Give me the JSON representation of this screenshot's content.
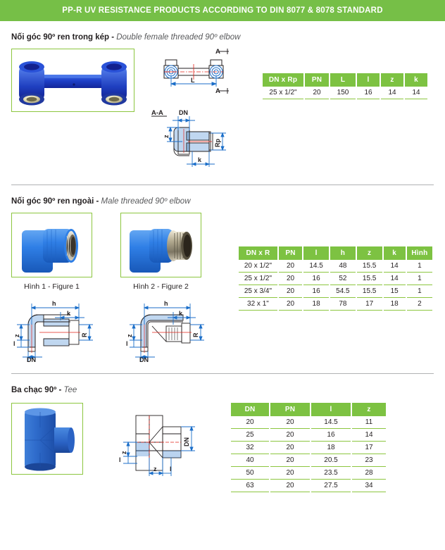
{
  "header": {
    "title": "PP-R UV RESISTANCE PRODUCTS ACCORDING TO DIN 8077 & 8078 STANDARD",
    "bg_color": "#76bf47",
    "text_color": "#ffffff"
  },
  "theme": {
    "accent_green": "#7dc242",
    "border_green": "#8cc63f",
    "divider_gray": "#b0b2b4",
    "product_blue": "#1b4fd8",
    "product_blue_light": "#3a7de0",
    "drawing_blue": "#1b6ec9",
    "text_dark": "#231f20",
    "text_gray": "#58595b"
  },
  "sections": [
    {
      "title_vn": "Nối góc 90º ren trong kép",
      "title_sep": " - ",
      "title_en": "Double female threaded 90º elbow",
      "photos": [
        {
          "alt": "blue double female threaded 90 degree elbow"
        }
      ],
      "drawings": [
        {
          "view": "top-view",
          "section_label_top": "A",
          "section_label_bottom": "A",
          "dim_L": "L",
          "dim_DN": "DN"
        },
        {
          "view": "section-a-a",
          "title": "A-A",
          "dim_DN": "DN",
          "dim_z": "z",
          "dim_Rp": "Rp",
          "dim_k": "k"
        }
      ],
      "table": {
        "columns": [
          "DN x Rp",
          "PN",
          "L",
          "l",
          "z",
          "k"
        ],
        "rows": [
          [
            "25 x 1/2\"",
            "20",
            "150",
            "16",
            "14",
            "14"
          ]
        ]
      }
    },
    {
      "title_vn": "Nối góc 90º ren ngoài",
      "title_sep": " - ",
      "title_en": "Male threaded 90º elbow",
      "photos": [
        {
          "alt": "blue male threaded 90 degree elbow figure 1",
          "caption": "Hình 1 - Figure 1"
        },
        {
          "alt": "blue male threaded 90 degree elbow figure 2",
          "caption": "Hình 2 - Figure 2"
        }
      ],
      "drawings": [
        {
          "view": "elbow-figure-1",
          "dim_h": "h",
          "dim_k": "k",
          "dim_R": "R",
          "dim_z": "z",
          "dim_l": "l",
          "dim_DN": "DN"
        },
        {
          "view": "elbow-figure-2",
          "dim_h": "h",
          "dim_k": "k",
          "dim_R": "R",
          "dim_z": "z",
          "dim_l": "l",
          "dim_DN": "DN"
        }
      ],
      "table": {
        "columns": [
          "DN x R",
          "PN",
          "l",
          "h",
          "z",
          "k",
          "Hình"
        ],
        "rows": [
          [
            "20 x 1/2\"",
            "20",
            "14.5",
            "48",
            "15.5",
            "14",
            "1"
          ],
          [
            "25 x 1/2\"",
            "20",
            "16",
            "52",
            "15.5",
            "14",
            "1"
          ],
          [
            "25 x 3/4\"",
            "20",
            "16",
            "54.5",
            "15.5",
            "15",
            "1"
          ],
          [
            "32 x 1\"",
            "20",
            "18",
            "78",
            "17",
            "18",
            "2"
          ]
        ]
      }
    },
    {
      "title_vn": "Ba chạc 90º",
      "title_sep": " - ",
      "title_en": "Tee",
      "photos": [
        {
          "alt": "blue PP-R tee fitting"
        }
      ],
      "drawings": [
        {
          "view": "tee-section",
          "dim_DN": "DN",
          "dim_z": "z",
          "dim_l": "l"
        }
      ],
      "table": {
        "columns": [
          "DN",
          "PN",
          "l",
          "z"
        ],
        "rows": [
          [
            "20",
            "20",
            "14.5",
            "11"
          ],
          [
            "25",
            "20",
            "16",
            "14"
          ],
          [
            "32",
            "20",
            "18",
            "17"
          ],
          [
            "40",
            "20",
            "20.5",
            "23"
          ],
          [
            "50",
            "20",
            "23.5",
            "28"
          ],
          [
            "63",
            "20",
            "27.5",
            "34"
          ]
        ]
      }
    }
  ]
}
